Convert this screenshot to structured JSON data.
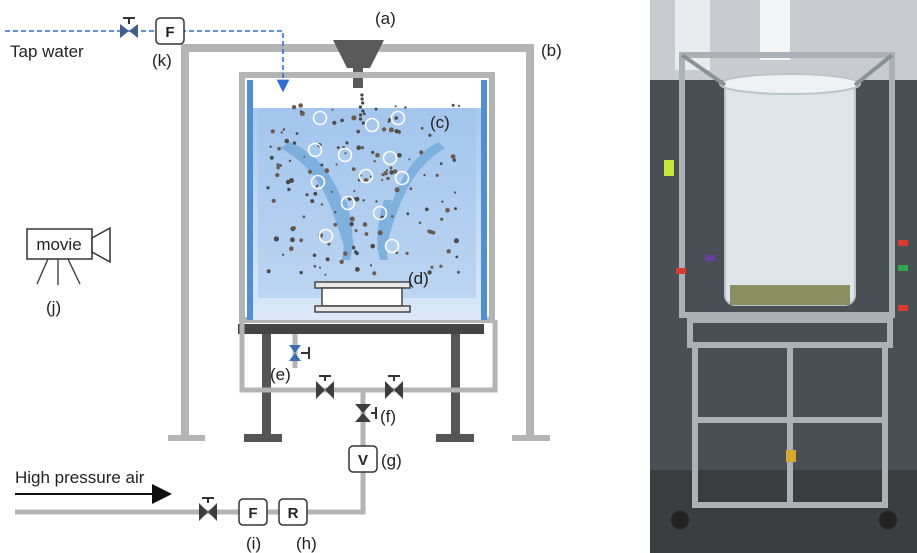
{
  "labels": {
    "a": "(a)",
    "b": "(b)",
    "c": "(c)",
    "d": "(d)",
    "e": "(e)",
    "f": "(f)",
    "g": "(g)",
    "h": "(h)",
    "i": "(i)",
    "j": "(j)",
    "k": "(k)"
  },
  "text": {
    "tap_water": "Tap water",
    "high_pressure_air": "High pressure air",
    "movie": "movie"
  },
  "boxes": {
    "flow_top": "F",
    "valve_g": "V",
    "flow_bottom": "F",
    "regulator": "R"
  },
  "colors": {
    "pipe": "#b4b4b4",
    "frame": "#555555",
    "water": "#bcd7f2",
    "water_edge": "#4f8fd6",
    "tap_line": "#2f6fd3",
    "photo_tank": "#dde5ea"
  }
}
